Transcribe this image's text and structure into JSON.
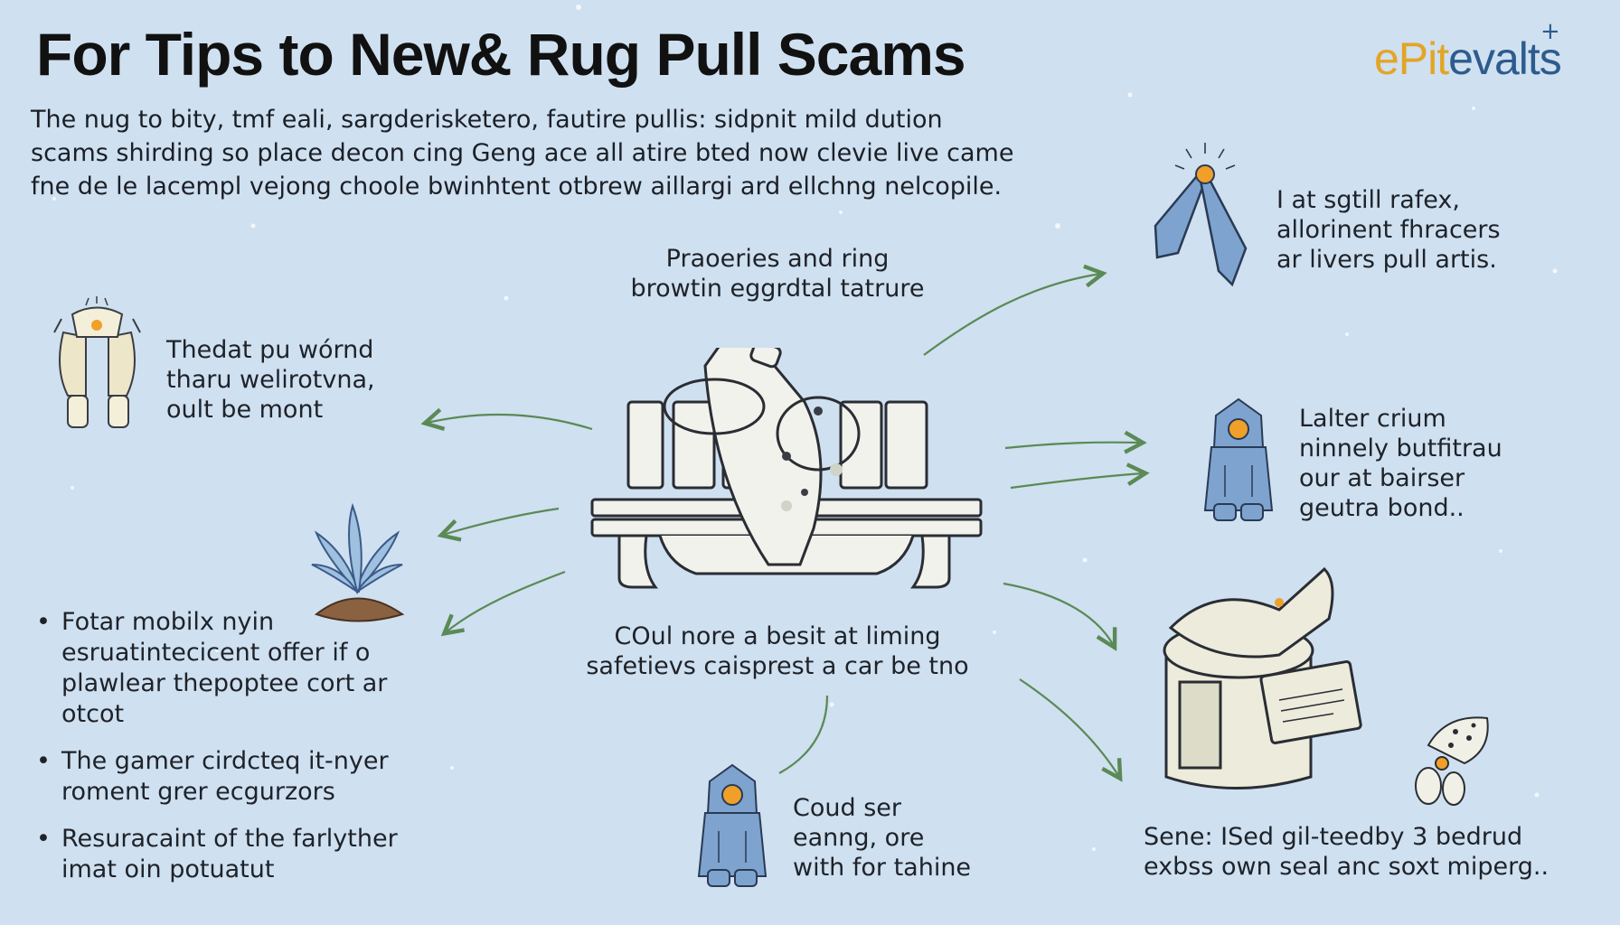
{
  "header": {
    "title": "For Tips to New& Rug Pull Scams",
    "intro_lines": [
      "The nug to bity, tmf eali, sargderisketero, fautire pullis: sidpnit mild dution",
      "scams shirding so place decon cing Geng ace all atire bted now clevie live came",
      "fne de le lacempl vejong choole bwinhtent otbrew aillargi ard ellchng nelcopile."
    ]
  },
  "logo": {
    "part1": "ePit",
    "part2": "evalts",
    "plus": "+"
  },
  "center": {
    "top_caption": [
      "Praoeries and ring",
      "browtin eggrdtal tatrure"
    ],
    "bottom_caption": [
      "COul nore a besit at liming",
      "safetievs caisprest a car be tno"
    ]
  },
  "left": {
    "top_text": [
      "Thedat pu wórnd",
      "tharu welirotvna,",
      "oult be mont"
    ],
    "bullets": [
      [
        "Fotar mobilx nyin",
        "esruatintecicent offer if o",
        "plawlear thepoptee cort ar",
        "otcot"
      ],
      [
        "The gamer cirdcteq it-nyer",
        "roment grer ecgurzors"
      ],
      [
        "Resuracaint of the farlyther",
        "imat oin potuatut"
      ]
    ],
    "bullet_symbol": "•"
  },
  "right": {
    "top_text": [
      "I at sgtill rafex,",
      "allorinent fhracers",
      "ar livers pull artis."
    ],
    "middle_text": [
      "Lalter crium",
      "ninnely butfitrau",
      "our at bairser",
      "geutra bond.."
    ],
    "bottom_text": [
      "Sene: ISed gil-teedby 3 bedrud",
      "exbss own seal anc soxt miperg.."
    ]
  },
  "bottom_center_text": [
    "Coud ser",
    "eanng, ore",
    "with for tahine"
  ],
  "colors": {
    "background": "#cfe0f0",
    "arrow": "#5a8a55",
    "ink": "#1d2128",
    "accent_orange": "#f0a028",
    "blue_figure": "#6f97c6"
  },
  "icons": [
    "scale-figure-icon",
    "plant-icon",
    "tie-figure-icon",
    "robot-figure-icon",
    "safe-box-icon",
    "bug-icon",
    "central-bench-icon"
  ]
}
